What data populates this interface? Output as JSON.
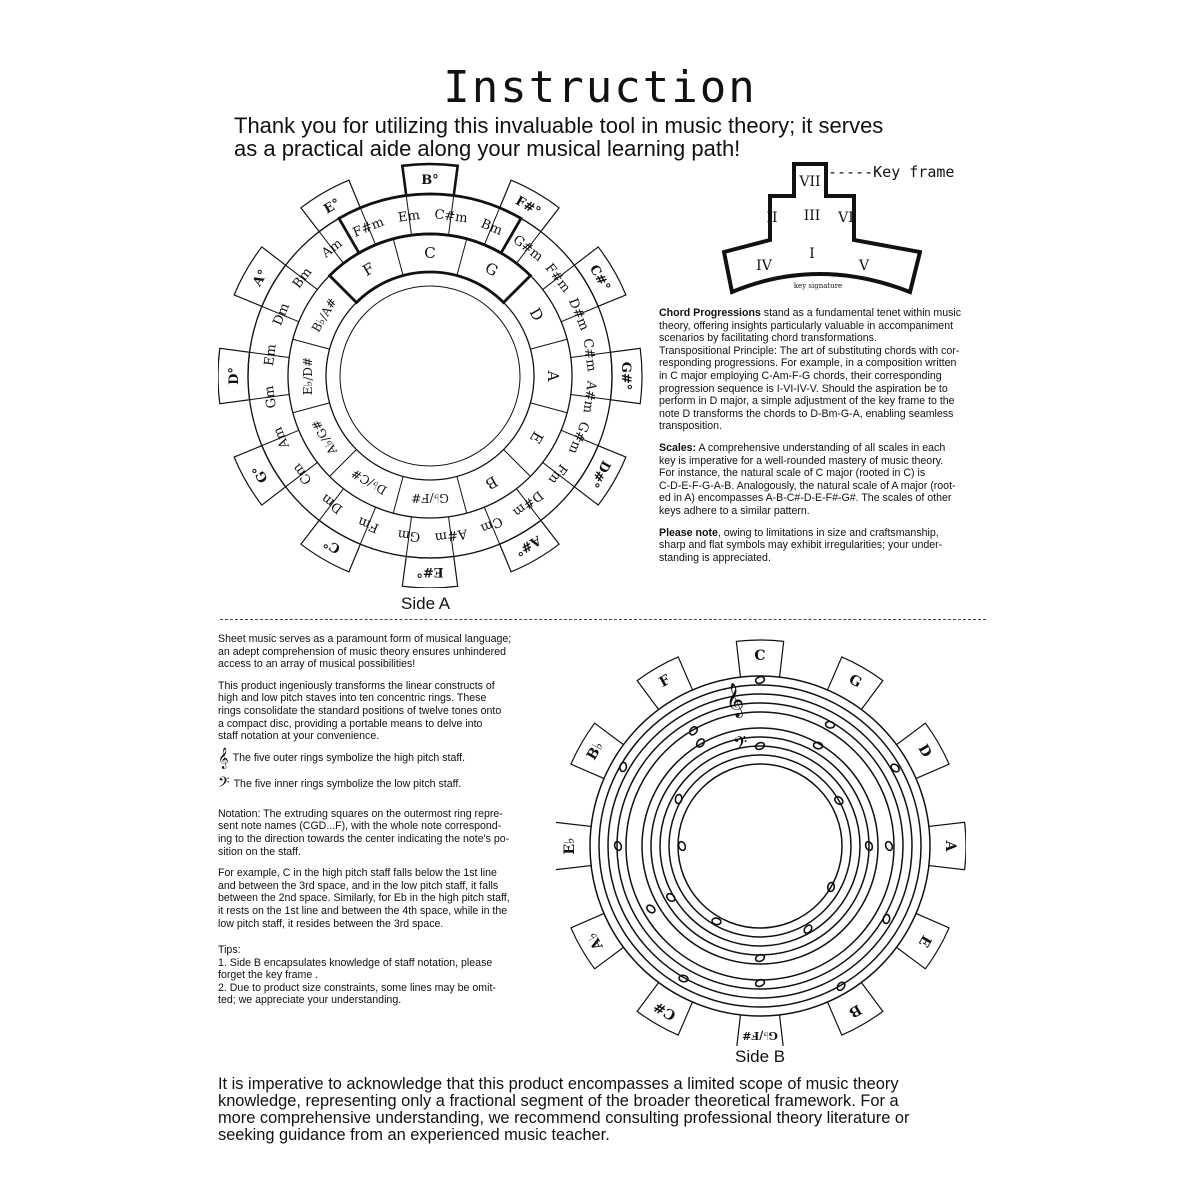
{
  "title": "Instruction",
  "intro": [
    "Thank you for utilizing this invaluable tool in music theory; it serves",
    "as a practical aide along your musical learning path!"
  ],
  "key_frame": {
    "label": "-----Key frame",
    "numerals": [
      "VII",
      "II",
      "III",
      "VI",
      "IV",
      "I",
      "V"
    ],
    "caption": "key signature"
  },
  "side_a": {
    "label": "Side A",
    "outer_ring": [
      "B°",
      "F#°",
      "C#°",
      "G#°",
      "D#°",
      "A#°",
      "E#°",
      "C°",
      "G°",
      "D°",
      "A°",
      "E°"
    ],
    "middle_ring": [
      "Em",
      "Bm",
      "F#m",
      "C#m",
      "G#m",
      "D#m",
      "A#m",
      "Fm",
      "Cm",
      "Gm",
      "Dm",
      "Am"
    ],
    "inner_ring": [
      "C",
      "G",
      "D",
      "A",
      "E",
      "B",
      "G♭/F#",
      "D♭/C#",
      "A♭/G#",
      "E♭/D#",
      "B♭/A#",
      "F"
    ]
  },
  "chord_progressions": {
    "heading": "Chord Progressions",
    "lines": [
      " stand as a fundamental tenet within music",
      "theory, offering insights particularly valuable in accompaniment",
      "scenarios by facilitating chord transformations.",
      "Transpositional Principle: The art of substituting chords with cor-",
      "responding progressions. For example, in a composition written",
      "in C major employing C-Am-F-G chords, their corresponding",
      "progression sequence is I-VI-IV-V. Should the aspiration be to",
      "perform in D major, a simple adjustment of the key frame to the",
      "note D transforms the chords to D-Bm-G-A, enabling seamless",
      "transposition."
    ]
  },
  "scales": {
    "heading": "Scales:",
    "lines": [
      " A comprehensive understanding of all scales in each",
      "key is imperative for a well-rounded mastery of music theory.",
      "For instance, the natural scale of C major (rooted in C) is",
      "C-D-E-F-G-A-B. Analogously, the natural scale of A major (root-",
      "ed in A) encompasses A-B-C#-D-E-F#-G#. The scales of other",
      "keys adhere to a similar pattern."
    ]
  },
  "please_note": {
    "heading": "Please note",
    "lines": [
      ", owing to limitations in size and craftsmanship,",
      "sharp and flat symbols may exhibit irregularities; your under-",
      "standing is appreciated."
    ]
  },
  "side_b_text": {
    "p1": [
      "Sheet music serves as a paramount form of musical language;",
      "an adept comprehension of music theory ensures unhindered",
      "access to an array of musical possibilities!"
    ],
    "p2": [
      "This product ingeniously transforms the linear constructs of",
      "high and low pitch staves into ten concentric rings. These",
      "rings consolidate the standard positions of twelve tones onto",
      "a compact disc, providing a portable means to delve into",
      "staff notation at your convenience."
    ],
    "treble_line": "The five outer rings symbolize the high pitch staff.",
    "bass_line": "The five inner rings symbolize the low pitch staff.",
    "treble_icon": "treble-clef",
    "bass_icon": "bass-clef",
    "p3": [
      "Notation: The extruding squares on the outermost ring repre-",
      "sent note names (CGD...F), with the whole note correspond-",
      "ing to the direction towards the center indicating the note's po-",
      "sition on the staff."
    ],
    "p4": [
      "For example, C in the high pitch staff falls below the 1st line",
      "and between the 3rd space, and in the low pitch staff, it falls",
      "between the 2nd space. Similarly, for Eb in the high pitch staff,",
      "it rests on the 1st line and between the 4th space, while in the",
      "low pitch staff, it resides between the 3rd space."
    ],
    "tips": [
      "Tips:",
      "1. Side B encapsulates knowledge of staff notation, please",
      "forget the key frame .",
      "2. Due to product size constraints, some lines may be omit-",
      "ted; we appreciate your understanding."
    ]
  },
  "side_b": {
    "label": "Side B",
    "notes": [
      "C",
      "G",
      "D",
      "A",
      "E",
      "B",
      "G♭/F#",
      "C#",
      "A♭",
      "E♭",
      "B♭",
      "F"
    ]
  },
  "outro": [
    "It is imperative to acknowledge that this product encompasses a limited scope of music theory",
    "knowledge, representing only a fractional segment of the broader theoretical framework. For a",
    "more comprehensive understanding, we recommend consulting professional theory literature or",
    "seeking guidance from an experienced music teacher."
  ]
}
